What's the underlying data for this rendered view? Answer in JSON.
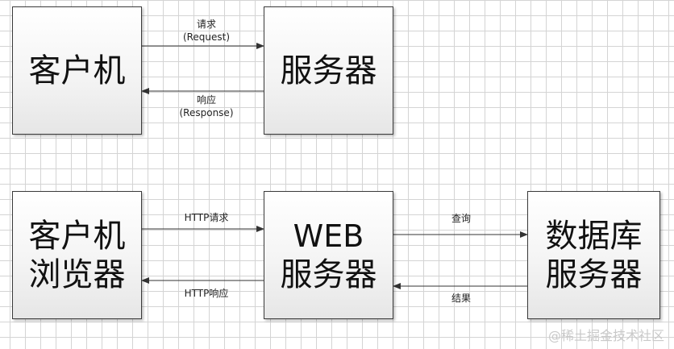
{
  "top": {
    "client": "客户机",
    "server": "服务器",
    "request_label": "请求",
    "request_en": "(Request)",
    "response_label": "响应",
    "response_en": "(Response)"
  },
  "bottom": {
    "client_line1": "客户机",
    "client_line2": "浏览器",
    "web_line1": "WEB",
    "web_line2": "服务器",
    "db_line1": "数据库",
    "db_line2": "服务器",
    "http_request": "HTTP请求",
    "http_response": "HTTP响应",
    "query": "查询",
    "result": "结果"
  },
  "watermark": "@稀土掘金技术社区"
}
